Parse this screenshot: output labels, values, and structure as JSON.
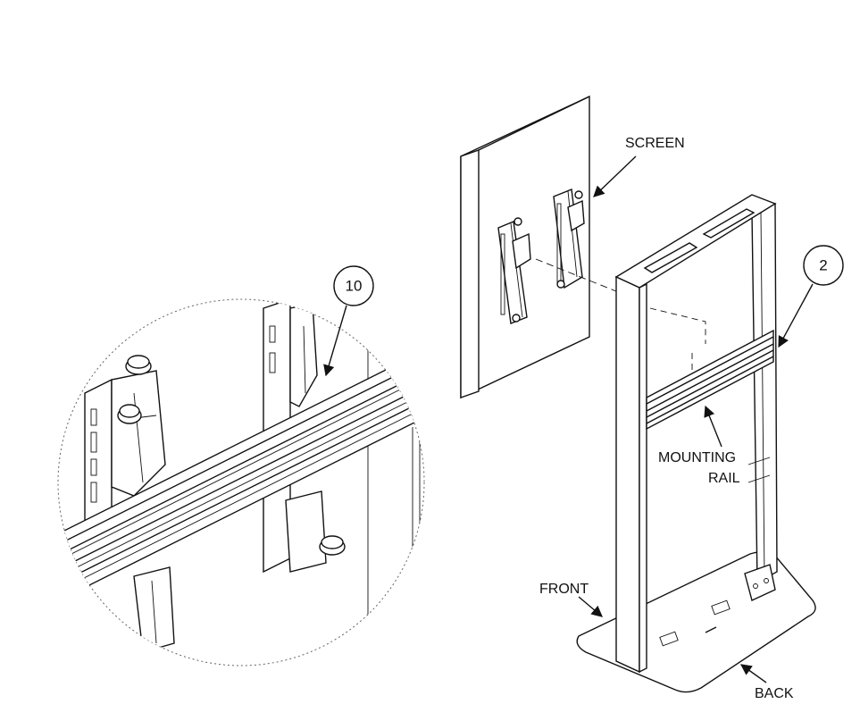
{
  "labels": {
    "screen": "SCREEN",
    "mounting_line1": "MOUNTING",
    "mounting_line2": "RAIL",
    "front": "FRONT",
    "back": "BACK"
  },
  "callouts": {
    "detail": "10",
    "rail": "2"
  },
  "colors": {
    "line": "#111111",
    "background": "#ffffff",
    "rail_dark": "#222222"
  }
}
